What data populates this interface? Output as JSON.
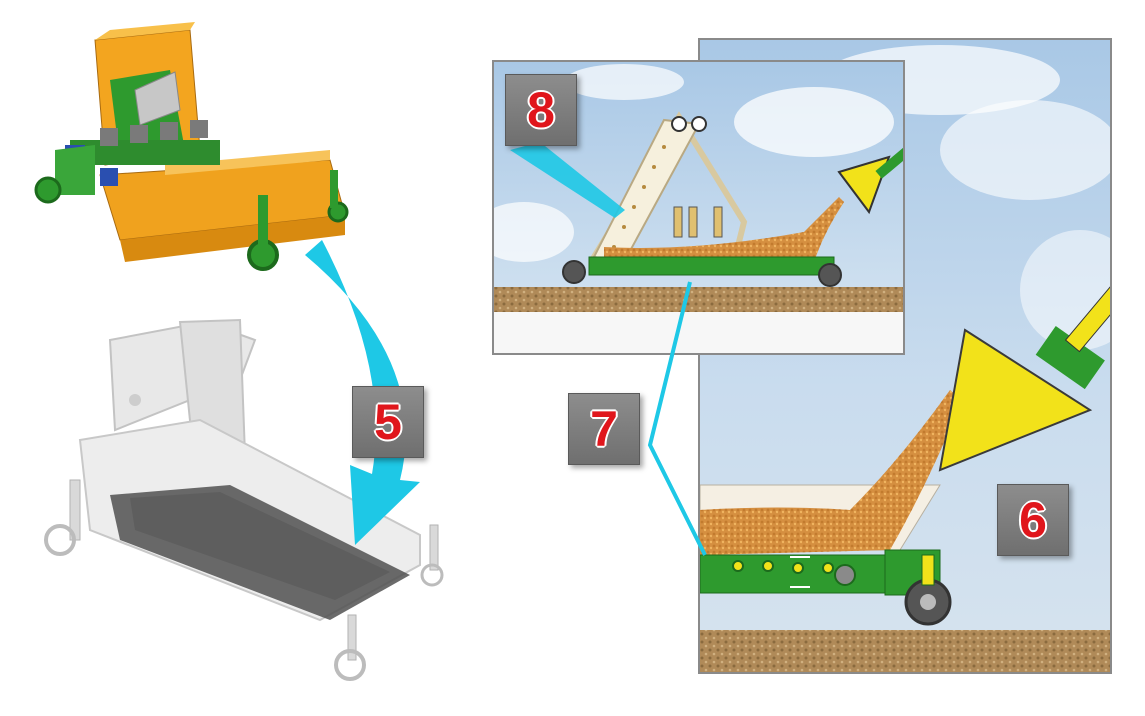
{
  "badges": {
    "step5": "5",
    "step6": "6",
    "step7": "7",
    "step8": "8"
  },
  "colors": {
    "accent_arrow": "#1ec8e6",
    "machine_orange": "#f5a623",
    "machine_green": "#2e9a2e",
    "bucket_yellow": "#f2e21a",
    "badge_gray": "#7d7d7d",
    "badge_number_red": "#e0161c",
    "sky": "#b9d3ea",
    "soil": "#b08a58"
  }
}
